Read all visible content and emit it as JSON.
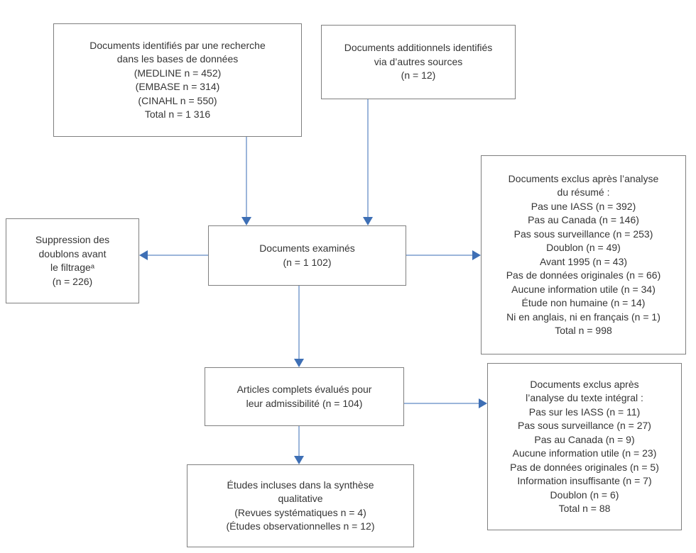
{
  "colors": {
    "box_border": "#7f7f7f",
    "arrow_stem": "#9bb5da",
    "arrow_head": "#3e6fb5",
    "text": "#353535"
  },
  "boxes": {
    "identified_databases": {
      "lines": [
        "Documents identifiés par une recherche",
        "dans les bases de données",
        "(MEDLINE n = 452)",
        "(EMBASE n = 314)",
        "(CINAHL n = 550)",
        "Total n = 1 316"
      ]
    },
    "additional_sources": {
      "lines": [
        "Documents additionnels identifiés",
        "via d’autres sources",
        "(n = 12)"
      ]
    },
    "duplicates_removed": {
      "lines": [
        "Suppression des",
        "doublons avant",
        "le filtrageᵃ",
        "(n = 226)"
      ]
    },
    "screened": {
      "lines": [
        "Documents examinés",
        "(n = 1 102)"
      ]
    },
    "excluded_after_abstract": {
      "lines": [
        "Documents exclus après l’analyse",
        "du résumé :",
        "Pas une IASS (n = 392)",
        "Pas au Canada (n = 146)",
        "Pas sous surveillance (n = 253)",
        "Doublon (n = 49)",
        "Avant 1995 (n = 43)",
        "Pas de données originales (n = 66)",
        "Aucune information utile (n = 34)",
        "Étude non humaine (n = 14)",
        "Ni en anglais, ni en français (n = 1)",
        "Total n = 998"
      ]
    },
    "fulltext_assessed": {
      "lines": [
        "Articles complets évalués pour",
        "leur admissibilité (n = 104)"
      ]
    },
    "excluded_after_fulltext": {
      "lines": [
        "Documents exclus après",
        "l’analyse du texte intégral :",
        "Pas sur les IASS (n = 11)",
        "Pas sous surveillance (n = 27)",
        "Pas au Canada (n = 9)",
        "Aucune information utile (n = 23)",
        "Pas de données originales (n = 5)",
        "Information insuffisante (n = 7)",
        "Doublon (n = 6)",
        "Total n = 88"
      ]
    },
    "included_qualitative": {
      "lines": [
        "Études incluses dans la synthèse",
        "qualitative",
        "(Revues systématiques n = 4)",
        "(Études observationnelles n = 12)"
      ]
    }
  }
}
